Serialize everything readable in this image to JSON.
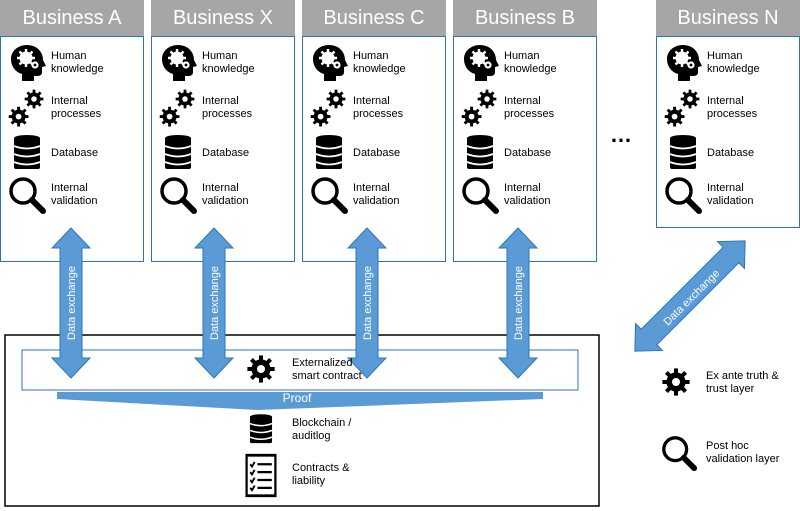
{
  "businesses": [
    {
      "name": "Business A"
    },
    {
      "name": "Business X"
    },
    {
      "name": "Business C"
    },
    {
      "name": "Business B"
    },
    {
      "name": "Business N"
    }
  ],
  "business_rows": {
    "human": "Human\nknowledge",
    "processes": "Internal\nprocesses",
    "database": "Database",
    "validation": "Internal\nvalidation"
  },
  "ellipsis": "…",
  "data_exchange_label": "Data exchange",
  "platform": {
    "smart_contract": "Externalized\nsmart contract",
    "proof": "Proof",
    "blockchain": "Blockchain /\nauditlog",
    "contracts": "Contracts &\nliability"
  },
  "legend": {
    "ex_ante": "Ex ante truth &\ntrust layer",
    "post_hoc": "Post hoc\nvalidation layer"
  },
  "colors": {
    "arrow_fill": "#5b9bd5",
    "arrow_stroke": "#2e75b6",
    "header_grey": "#a6a6a6"
  }
}
